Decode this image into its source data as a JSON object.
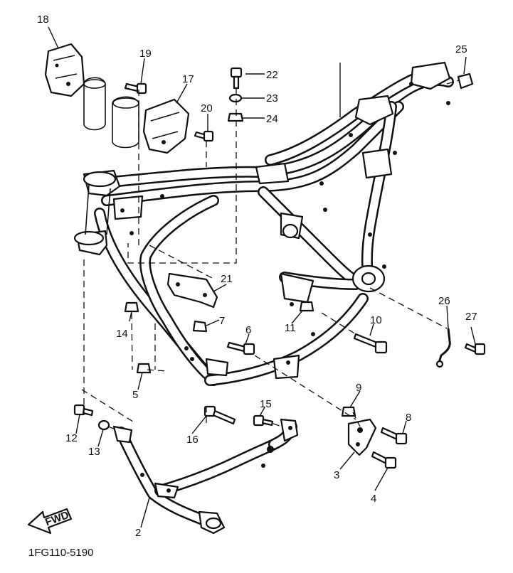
{
  "diagram": {
    "catalog_code": "1FG110-5190",
    "direction_label": "FWD",
    "parts": [
      {
        "number": "2",
        "item": "lower-frame-cradle"
      },
      {
        "number": "3",
        "item": "engine-bracket-plate"
      },
      {
        "number": "4",
        "item": "bolt"
      },
      {
        "number": "5",
        "item": "nut"
      },
      {
        "number": "6",
        "item": "bolt"
      },
      {
        "number": "7",
        "item": "nut"
      },
      {
        "number": "8",
        "item": "bolt"
      },
      {
        "number": "9",
        "item": "nut"
      },
      {
        "number": "10",
        "item": "bolt"
      },
      {
        "number": "11",
        "item": "nut"
      },
      {
        "number": "12",
        "item": "bolt"
      },
      {
        "number": "13",
        "item": "washer"
      },
      {
        "number": "14",
        "item": "nut"
      },
      {
        "number": "15",
        "item": "bolt"
      },
      {
        "number": "16",
        "item": "long-bolt"
      },
      {
        "number": "17",
        "item": "right-cover"
      },
      {
        "number": "18",
        "item": "left-cover"
      },
      {
        "number": "19",
        "item": "screw"
      },
      {
        "number": "20",
        "item": "screw"
      },
      {
        "number": "21",
        "item": "bracket"
      },
      {
        "number": "22",
        "item": "bolt"
      },
      {
        "number": "23",
        "item": "washer"
      },
      {
        "number": "24",
        "item": "nut"
      },
      {
        "number": "25",
        "item": "cap"
      },
      {
        "number": "26",
        "item": "hook-rod"
      },
      {
        "number": "27",
        "item": "screw"
      }
    ]
  }
}
